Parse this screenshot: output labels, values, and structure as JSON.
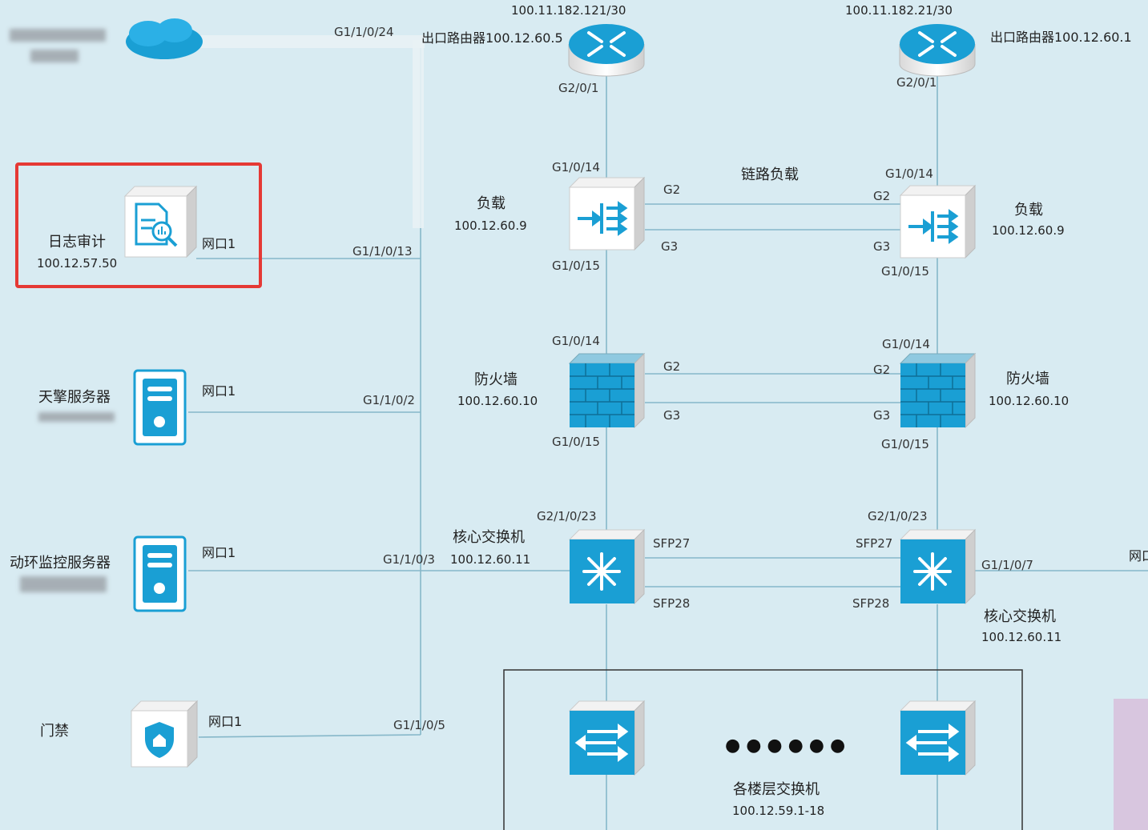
{
  "top": {
    "wan_port": "G1/1/0/24",
    "router1": {
      "name": "出口路由器100.12.60.5",
      "wan_ip": "100.11.182.121/30",
      "down_port": "G2/0/1"
    },
    "router2": {
      "name": "出口路由器100.12.60.1",
      "wan_ip": "100.11.182.21/30",
      "down_port": "G2/0/1"
    }
  },
  "left_devices": [
    {
      "name": "日志审计",
      "ip": "100.12.57.50",
      "nic": "网口1",
      "port": "G1/1/0/13",
      "icon": "log-audit-icon",
      "highlighted": true
    },
    {
      "name": "天擎服务器",
      "ip": "",
      "nic": "网口1",
      "port": "G1/1/0/2",
      "icon": "server-icon"
    },
    {
      "name": "动环监控服务器",
      "ip": "",
      "nic": "网口1",
      "port": "G1/1/0/3",
      "icon": "server-icon"
    },
    {
      "name": "门禁",
      "ip": "",
      "nic": "网口1",
      "port": "G1/1/0/5",
      "icon": "door-access-icon"
    }
  ],
  "load_balancer": {
    "left": {
      "name": "负载",
      "ip": "100.12.60.9",
      "up_port": "G1/0/14",
      "down_port": "G1/0/15",
      "g2": "G2",
      "g3": "G3"
    },
    "right": {
      "name": "负载",
      "ip": "100.12.60.9",
      "up_port": "G1/0/14",
      "down_port": "G1/0/15",
      "g2": "G2",
      "g3": "G3"
    },
    "link_label": "链路负载"
  },
  "firewall": {
    "left": {
      "name": "防火墙",
      "ip": "100.12.60.10",
      "up_port": "G1/0/14",
      "down_port": "G1/0/15",
      "g2": "G2",
      "g3": "G3"
    },
    "right": {
      "name": "防火墙",
      "ip": "100.12.60.10",
      "up_port": "G1/0/14",
      "down_port": "G1/0/15",
      "g2": "G2",
      "g3": "G3"
    }
  },
  "core": {
    "left": {
      "name": "核心交换机",
      "ip": "100.12.60.11",
      "up_port": "G2/1/0/23",
      "sfp27": "SFP27",
      "sfp28": "SFP28"
    },
    "right": {
      "name": "核心交换机",
      "ip": "100.12.60.11",
      "up_port": "G2/1/0/23",
      "sfp27": "SFP27",
      "sfp28": "SFP28",
      "side_port": "G1/1/0/7",
      "side_nic": "网口"
    }
  },
  "floor_switches": {
    "name": "各楼层交换机",
    "ip": "100.12.59.1-18",
    "dots": "● ● ● ● ● ●"
  },
  "colors": {
    "device": "#1a9fd4",
    "line": "#86b7c9",
    "highlight": "#e53935",
    "background": "#d8ebf2"
  }
}
